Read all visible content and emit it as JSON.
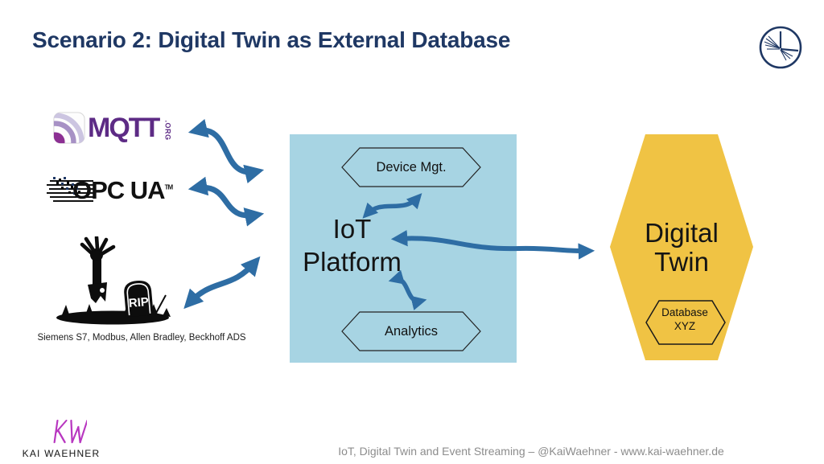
{
  "title": "Scenario 2: Digital Twin as External Database",
  "colors": {
    "accent_navy": "#1f3864",
    "box_blue": "#a7d4e3",
    "arrow_blue": "#2e6da4",
    "hex_yellow": "#f0c344",
    "mqtt_purple": "#5d2b85",
    "kw_magenta": "#b837c0",
    "footer_gray": "#8c8c8c"
  },
  "sources": {
    "mqtt": {
      "wordmark": "MQTT",
      "suffix": ".ORG"
    },
    "opcua": {
      "wordmark": "OPC UA",
      "trademark": "TM"
    },
    "legacy": {
      "tombstone_text": "RIP",
      "caption": "Siemens S7, Modbus, Allen Bradley, Beckhoff ADS"
    }
  },
  "platform": {
    "title_line1": "IoT",
    "title_line2": "Platform",
    "modules": [
      {
        "label": "Device Mgt."
      },
      {
        "label": "Analytics"
      }
    ]
  },
  "digital_twin": {
    "title_line1": "Digital",
    "title_line2": "Twin",
    "database_line1": "Database",
    "database_line2": "XYZ"
  },
  "footer": {
    "brand_name": "KAI WAEHNER",
    "caption": "IoT, Digital Twin and Event Streaming – @KaiWaehner - www.kai-waehner.de"
  }
}
